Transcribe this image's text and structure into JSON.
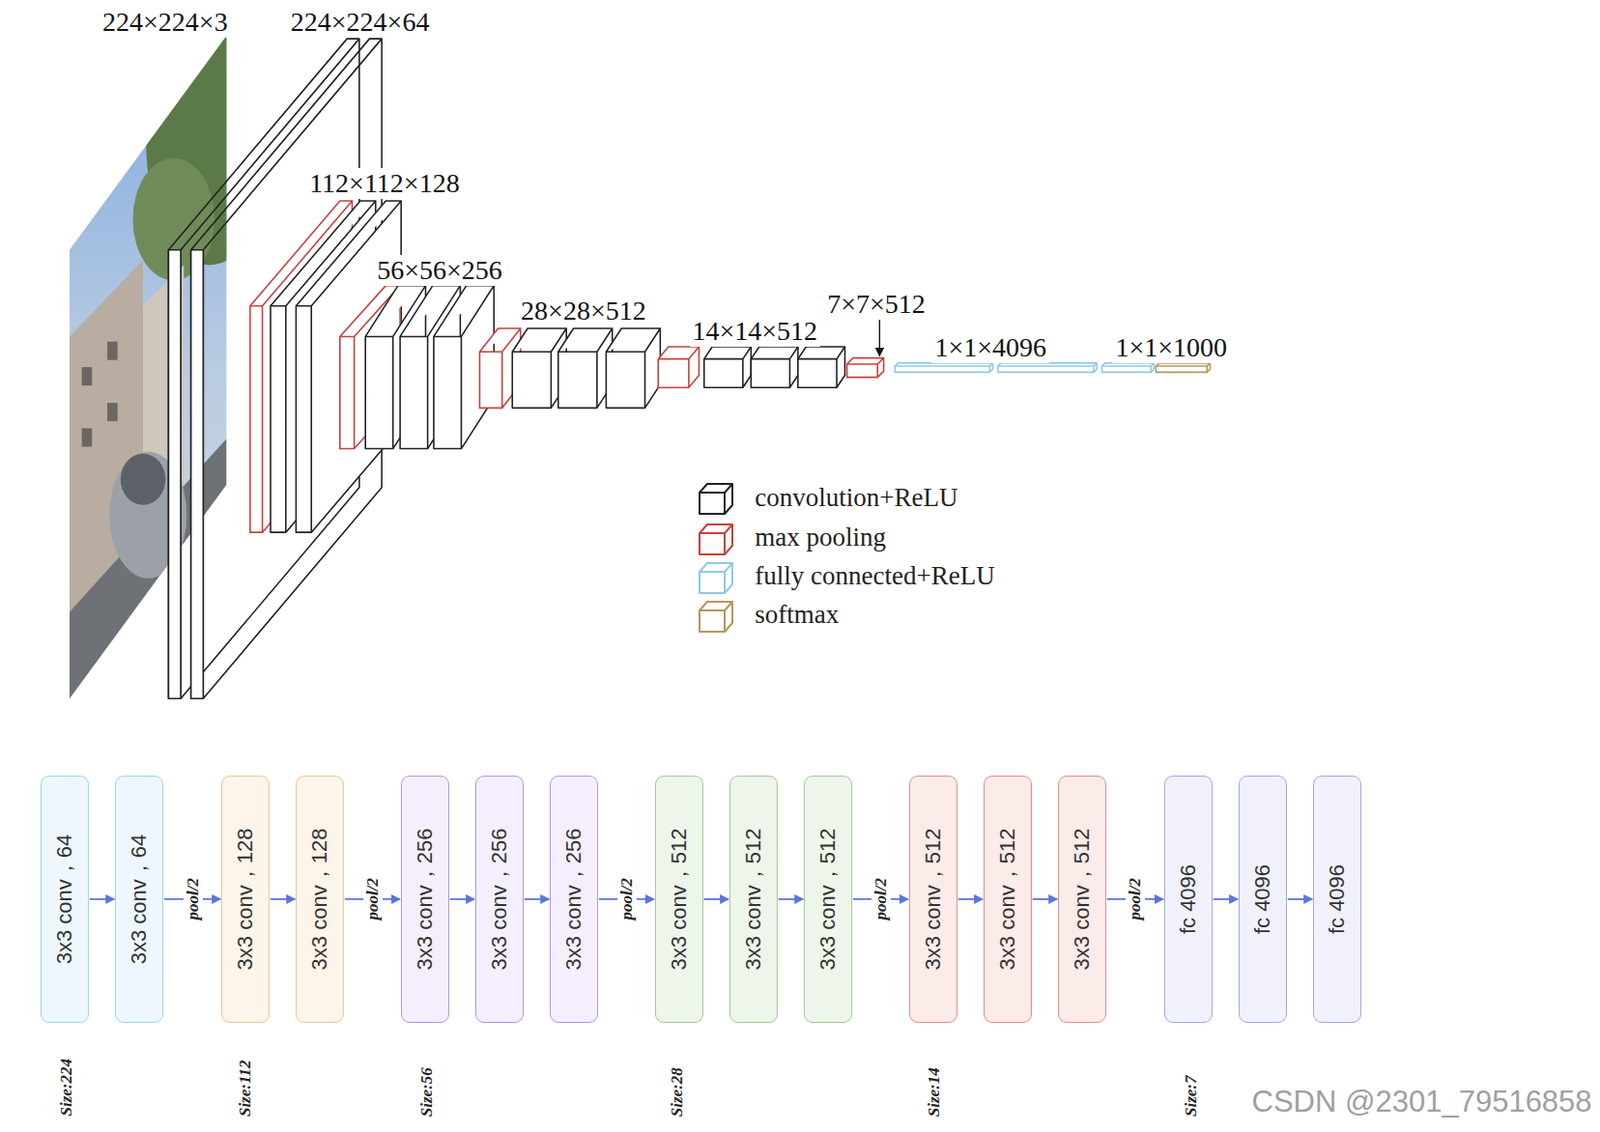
{
  "diagram": {
    "nodes": [
      {
        "text": [
          "3x3 conv，64"
        ]
      },
      {
        "text": [
          "3x3 conv，64"
        ]
      },
      {
        "text": [
          "3x3 conv，128"
        ]
      },
      {
        "text": [
          "3x3 conv，128"
        ]
      },
      {
        "text": [
          "3x3 conv，256"
        ]
      },
      {
        "text": [
          "3x3 conv，256"
        ]
      },
      {
        "text": [
          "3x3 conv，256"
        ]
      },
      {
        "text": [
          "3x3 conv，512"
        ]
      },
      {
        "text": [
          "3x3 conv，512"
        ]
      },
      {
        "text": [
          "3x3 conv，512"
        ]
      },
      {
        "text": [
          "3x3 conv，512"
        ]
      },
      {
        "text": [
          "3x3 conv，512"
        ]
      },
      {
        "text": [
          "3x3 conv，512"
        ]
      },
      {
        "text": [
          "fc 4096"
        ]
      },
      {
        "text": [
          "fc 4096"
        ]
      },
      {
        "text": [
          "fc 4096"
        ]
      }
    ],
    "edges": [
      {
        "from": 0,
        "to": 1,
        "arrow": "to"
      },
      {
        "from": 1,
        "to": 2,
        "label": "pool/2",
        "arrow": "to"
      },
      {
        "from": 2,
        "to": 3,
        "arrow": "to"
      },
      {
        "from": 3,
        "to": 4,
        "label": "pool/2",
        "arrow": "to"
      },
      {
        "from": 4,
        "to": 5,
        "arrow": "to"
      },
      {
        "from": 5,
        "to": 6,
        "arrow": "to"
      },
      {
        "from": 6,
        "to": 7,
        "label": "pool/2",
        "arrow": "to"
      },
      {
        "from": 7,
        "to": 8,
        "arrow": "to"
      },
      {
        "from": 8,
        "to": 9,
        "arrow": "to"
      },
      {
        "from": 9,
        "to": 10,
        "label": "pool/2",
        "arrow": "to"
      },
      {
        "from": 10,
        "to": 11,
        "arrow": "to"
      },
      {
        "from": 11,
        "to": 12,
        "arrow": "to"
      },
      {
        "from": 12,
        "to": 13,
        "label": "pool/2",
        "arrow": "to"
      },
      {
        "from": 13,
        "to": 14,
        "arrow": "to"
      },
      {
        "from": 14,
        "to": 15,
        "arrow": "to"
      }
    ],
    "labels": [
      "224×224×3",
      "224×224×64",
      "112×112×128",
      "56×56×256",
      "28×28×512",
      "14×14×512",
      "7×7×512",
      "1×1×4096",
      "1×1×1000",
      "Size:224",
      "Size:112",
      "Size:56",
      "Size:28",
      "Size:14",
      "Size:7",
      "CSDN @2301_79516858"
    ],
    "legend": [
      {
        "text": "convolution+ReLU",
        "color": "#222222"
      },
      {
        "text": "max pooling",
        "color": "#c8413b"
      },
      {
        "text": "fully connected+ReLU",
        "color": "#8ecae6"
      },
      {
        "text": "softmax",
        "color": "#b8955e"
      }
    ]
  }
}
